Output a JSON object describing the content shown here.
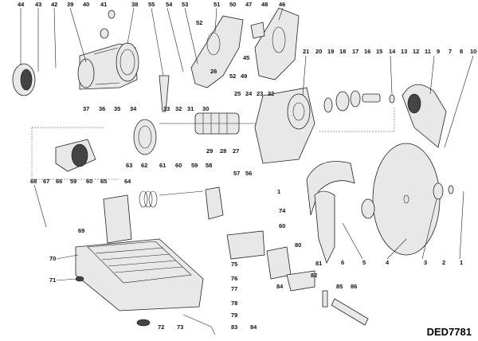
{
  "title": "DED7781",
  "labels": {
    "44": "44",
    "43": "43",
    "42": "42",
    "39": "39",
    "40": "40",
    "41": "41",
    "38": "38",
    "55": "55",
    "54": "54",
    "53": "53",
    "51": "51",
    "52": "52",
    "50": "50",
    "47": "47",
    "48": "48",
    "46": "46",
    "45": "45",
    "49": "49",
    "26": "26",
    "21": "21",
    "20": "20",
    "19": "19",
    "18": "18",
    "17": "17",
    "16": "16",
    "15": "15",
    "14": "14",
    "13": "13",
    "12": "12",
    "11": "11",
    "9": "9",
    "8": "8",
    "7": "7",
    "10": "10",
    "37": "37",
    "36": "36",
    "35": "35",
    "34": "34",
    "33": "33",
    "32": "32",
    "31": "31",
    "30": "30",
    "25": "25",
    "24": "24",
    "23": "23",
    "22": "22",
    "62": "62",
    "29": "29",
    "28": "28",
    "27": "27",
    "63": "63",
    "61": "61",
    "60a": "60",
    "59a": "59",
    "58": "58",
    "57": "57",
    "56": "56",
    "68": "68",
    "67": "67",
    "66": "66",
    "59": "59",
    "60": "60",
    "65": "65",
    "64": "64",
    "69": "69",
    "1": "1",
    "74": "74",
    "60b": "60",
    "70": "70",
    "75": "75",
    "80": "80",
    "81": "81",
    "76": "76",
    "77": "77",
    "82": "82",
    "71": "71",
    "78": "78",
    "84a": "84",
    "85": "85",
    "86": "86",
    "79": "79",
    "83": "83",
    "84": "84",
    "72": "72",
    "73": "73",
    "6": "6",
    "5": "5",
    "4": "4",
    "3": "3",
    "2": "2",
    "1b": "1"
  }
}
